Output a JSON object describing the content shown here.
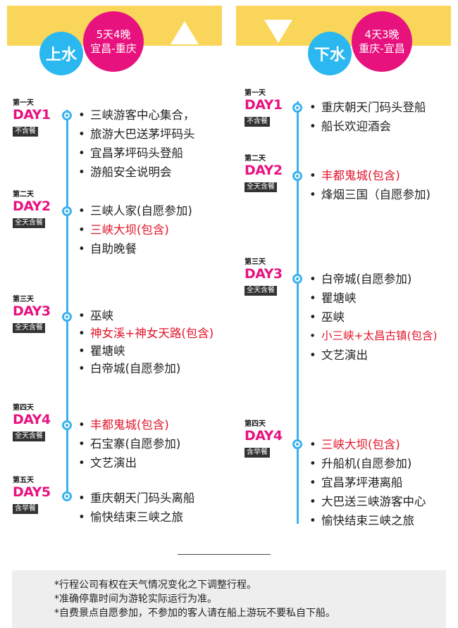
{
  "upstream": {
    "direction_label": "上水",
    "duration": "5天4晚",
    "route": "宜昌-重庆",
    "days": [
      {
        "cn": "第一天",
        "num": "DAY1",
        "meal": "不含餐",
        "items": [
          {
            "text": "三峡游客中心集合，",
            "cont": "旅游大巴送茅坪码头"
          },
          {
            "text": "宜昌茅坪码头登船"
          },
          {
            "text": "游船安全说明会"
          }
        ]
      },
      {
        "cn": "第二天",
        "num": "DAY2",
        "meal": "全天含餐",
        "items": [
          {
            "text": "三峡人家(自愿参加)"
          },
          {
            "text": "三峡大坝(包含)",
            "red": true
          },
          {
            "text": "自助晚餐"
          }
        ]
      },
      {
        "cn": "第三天",
        "num": "DAY3",
        "meal": "全天含餐",
        "items": [
          {
            "text": "巫峡"
          },
          {
            "text": "神女溪+神女天路(包含)",
            "red": true
          },
          {
            "text": "瞿塘峡"
          },
          {
            "text": "白帝城(自愿参加)"
          }
        ]
      },
      {
        "cn": "第四天",
        "num": "DAY4",
        "meal": "全天含餐",
        "items": [
          {
            "text": "丰都鬼城(包含)",
            "red": true
          },
          {
            "text": "石宝寨(自愿参加)"
          },
          {
            "text": "文艺演出"
          }
        ]
      },
      {
        "cn": "第五天",
        "num": "DAY5",
        "meal": "含早餐",
        "items": [
          {
            "text": "重庆朝天门码头离船"
          },
          {
            "text": "愉快结束三峡之旅"
          }
        ]
      }
    ]
  },
  "downstream": {
    "direction_label": "下水",
    "duration": "4天3晚",
    "route": "重庆-宜昌",
    "days": [
      {
        "cn": "第一天",
        "num": "DAY1",
        "meal": "不含餐",
        "items": [
          {
            "text": "重庆朝天门码头登船"
          },
          {
            "text": "船长欢迎酒会"
          }
        ]
      },
      {
        "cn": "第二天",
        "num": "DAY2",
        "meal": "全天含餐",
        "items": [
          {
            "text": "丰都鬼城(包含)",
            "red": true
          },
          {
            "text": "烽烟三国（自愿参加)"
          }
        ]
      },
      {
        "cn": "第三天",
        "num": "DAY3",
        "meal": "全天含餐",
        "items": [
          {
            "text": "白帝城(自愿参加)"
          },
          {
            "text": "瞿塘峡"
          },
          {
            "text": "巫峡"
          },
          {
            "text": "小三峡+太昌古镇(包含)",
            "red": true
          },
          {
            "text": "文艺演出"
          }
        ]
      },
      {
        "cn": "第四天",
        "num": "DAY4",
        "meal": "含早餐",
        "items": [
          {
            "text": "三峡大坝(包含)",
            "red": true
          },
          {
            "text": "升船机(自愿参加)"
          },
          {
            "text": "宜昌茅坪港离船"
          },
          {
            "text": "大巴送三峡游客中心"
          },
          {
            "text": "愉快结束三峡之旅"
          }
        ]
      }
    ]
  },
  "notes": [
    "*行程公司有权在天气情况变化之下调整行程。",
    "*准确停靠时间为游轮实际运行为准。",
    "*自费景点自愿参加，不参加的客人请在船上游玩不要私自下船。"
  ],
  "colors": {
    "banner": "#f9d65a",
    "blue": "#2bb8f0",
    "pink": "#e8127f",
    "red": "#e3142a"
  }
}
